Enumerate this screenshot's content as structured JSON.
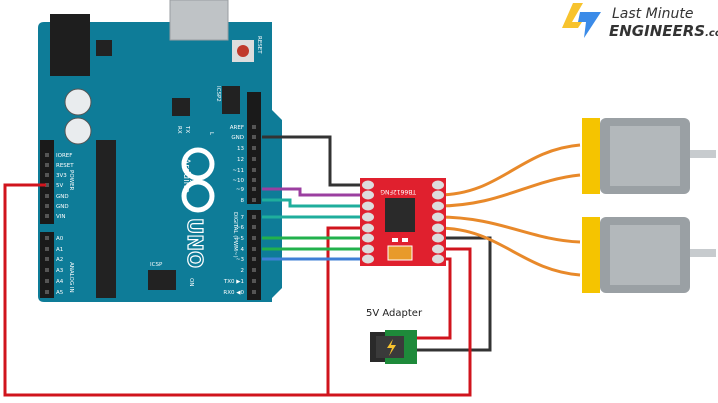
{
  "logo": {
    "line1": "Last Minute",
    "line2": "ENGINEERS",
    "suffix": ".com",
    "bolt_colors": [
      "#f7c32e",
      "#3b8be8"
    ]
  },
  "arduino": {
    "brand": "Arduino",
    "model": "UNO",
    "reset_label": "RESET",
    "icsp2_label": "ICSP2",
    "icsp_label": "ICSP",
    "tx_label": "TX",
    "rx_label": "RX",
    "l_label": "L",
    "on_label": "ON",
    "digital_label": "DIGITAL (PWM~)",
    "power_label": "POWER",
    "analog_label": "ANALOG IN",
    "digital_pins": [
      "AREF",
      "GND",
      "13",
      "12",
      "~11",
      "~10",
      "~9",
      "8",
      "7",
      "~6",
      "~5",
      "4",
      "~3",
      "2",
      "TX0 ▶1",
      "RX0 ◀0"
    ],
    "power_pins": [
      "IOREF",
      "RESET",
      "3V3",
      "5V",
      "GND",
      "GND",
      "VIN"
    ],
    "analog_pins": [
      "A0",
      "A1",
      "A2",
      "A3",
      "A4",
      "A5"
    ],
    "board_color": "#0e7c98"
  },
  "driver": {
    "label": "TB6612FNG",
    "color": "#e0202e"
  },
  "adapter": {
    "label": "5V Adapter"
  },
  "wire_colors": {
    "gnd": "#333333",
    "pwm9": "#9b3fa0",
    "teal": "#1fae9c",
    "red": "#d0141d",
    "green": "#22b14c",
    "blue": "#3f7fd6",
    "orange": "#e8892a"
  }
}
